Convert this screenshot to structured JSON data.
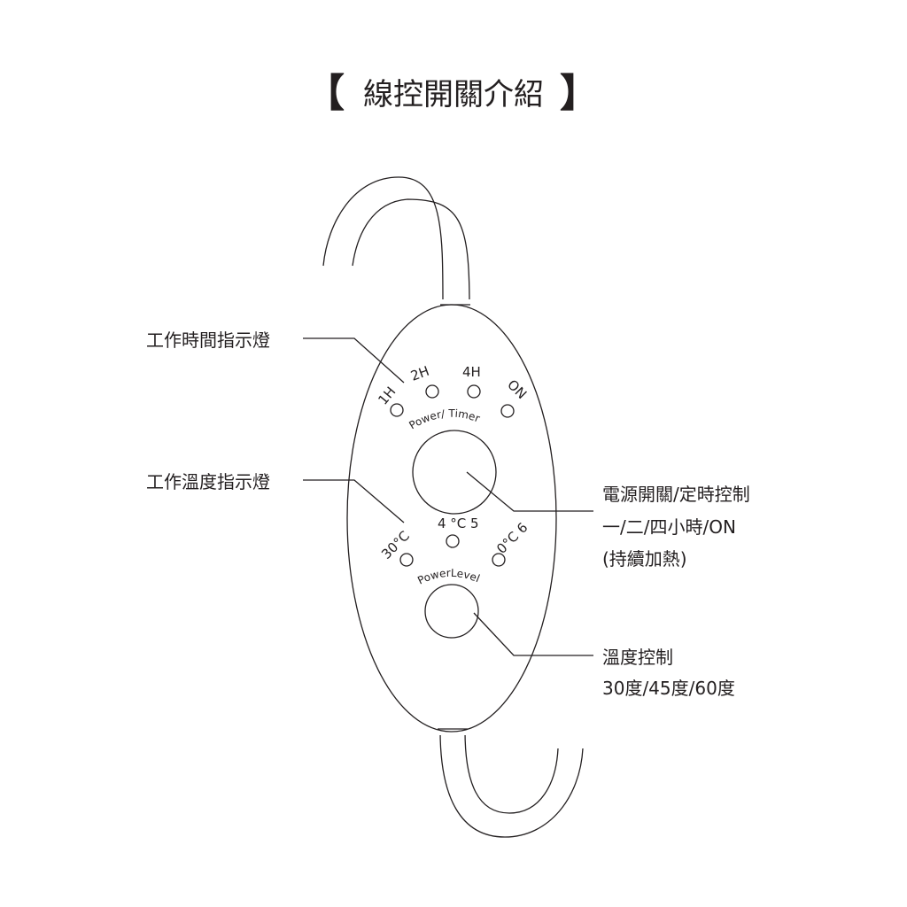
{
  "title": {
    "open_bracket": "【",
    "text": "線控開關介紹",
    "close_bracket": "】"
  },
  "callouts": {
    "timer_indicator": "工作時間指示燈",
    "temp_indicator": "工作溫度指示燈",
    "power_control": [
      "電源開關/定時控制",
      "一/二/四小時/ON",
      "(持續加熱)"
    ],
    "temp_control": [
      "溫度控制",
      "30度/45度/60度"
    ]
  },
  "device": {
    "timer_leds": [
      "1H",
      "2H",
      "4H",
      "ON"
    ],
    "timer_button_label": "Power/ Timer",
    "temp_leds": [
      "30°C",
      "4 °C 5",
      "0°C 6"
    ],
    "temp_button_label": "PowerLevel"
  },
  "colors": {
    "line": "#231f20",
    "background": "#ffffff"
  }
}
